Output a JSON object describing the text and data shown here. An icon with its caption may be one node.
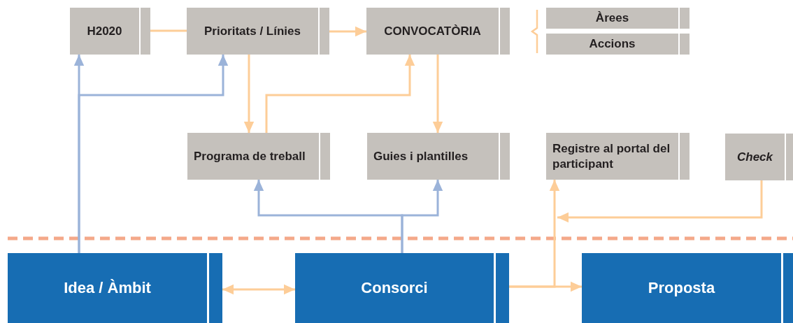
{
  "diagram": {
    "nodes": [
      {
        "text": [
          "H2020"
        ]
      },
      {
        "text": [
          "Prioritats / Línies"
        ]
      },
      {
        "text": [
          "CONVOCATÒRIA"
        ]
      },
      {
        "text": [
          "Àrees"
        ]
      },
      {
        "text": [
          "Accions"
        ]
      },
      {
        "text": [
          "Programa de treball"
        ]
      },
      {
        "text": [
          "Guies i plantilles"
        ]
      },
      {
        "text": [
          "Registre al portal del participant"
        ]
      },
      {
        "text": [
          "Check"
        ]
      },
      {
        "text": [
          "Idea / Àmbit"
        ]
      },
      {
        "text": [
          "Consorci"
        ]
      },
      {
        "text": [
          "Proposta"
        ]
      }
    ],
    "edges": [
      {
        "from": 0,
        "to": 1,
        "arrow": "none"
      },
      {
        "from": 1,
        "to": 2,
        "arrow": "to"
      },
      {
        "from": 1,
        "to": 5,
        "arrow": "to"
      },
      {
        "from": 5,
        "to": 2,
        "arrow": "to"
      },
      {
        "from": 2,
        "to": 6,
        "arrow": "to"
      },
      {
        "from": 9,
        "to": 0,
        "arrow": "to",
        "color": "#9bb3d9"
      },
      {
        "from": 9,
        "to": 1,
        "arrow": "to",
        "color": "#9bb3d9"
      },
      {
        "from": 10,
        "to": 5,
        "arrow": "to",
        "color": "#9bb3d9"
      },
      {
        "from": 10,
        "to": 6,
        "arrow": "to",
        "color": "#9bb3d9"
      },
      {
        "from": 9,
        "to": 10,
        "arrow": "both"
      },
      {
        "from": 10,
        "to": 11,
        "arrow": "to"
      },
      {
        "from": 10,
        "to": 7,
        "arrow": "to"
      },
      {
        "from": 8,
        "to": null,
        "arrow": "to"
      }
    ]
  }
}
